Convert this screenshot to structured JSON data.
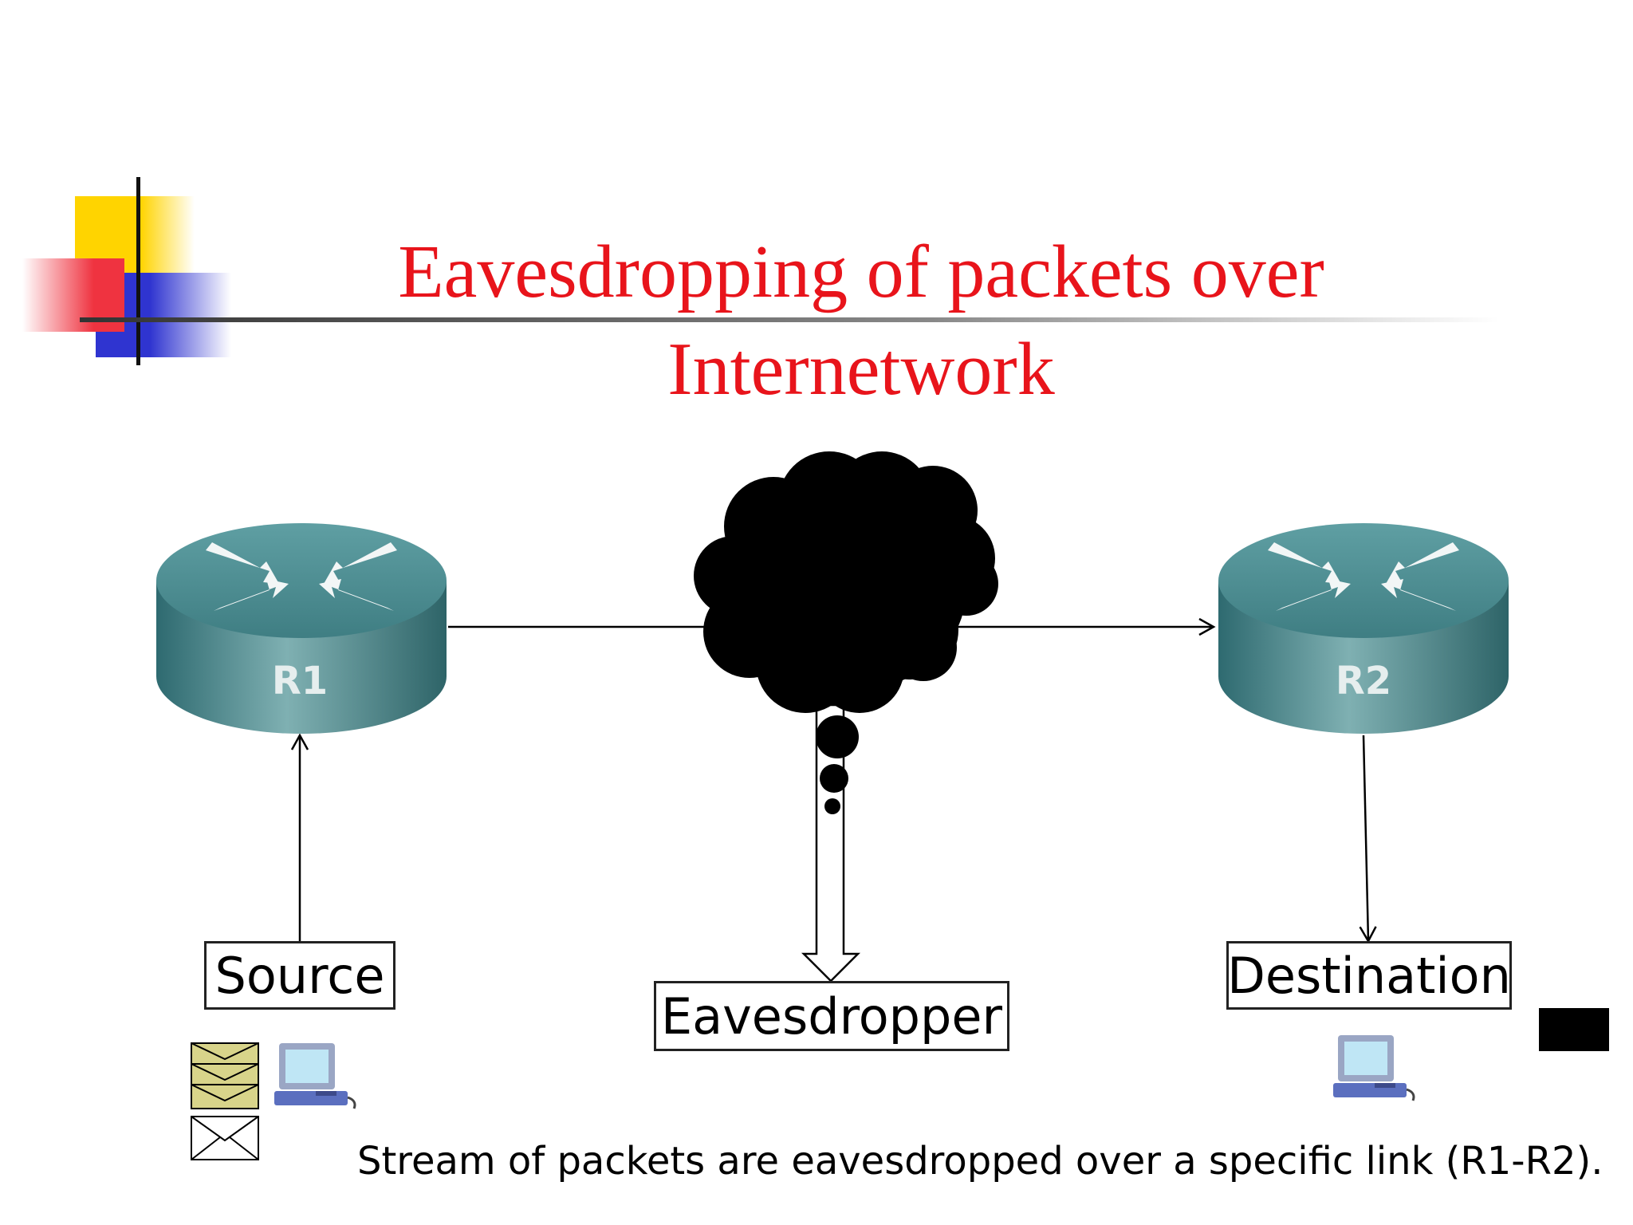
{
  "slide": {
    "title_line1": "Eavesdropping of packets over",
    "title_line2": "Internetwork",
    "caption": "Stream of packets are eavesdropped over a specific link (R1-R2)."
  },
  "nodes": {
    "r1": "R1",
    "r2": "R2",
    "source": "Source",
    "eavesdropper": "Eavesdropper",
    "destination": "Destination"
  },
  "colors": {
    "title": "#e8141b",
    "router_body": "#4d8a8e",
    "cloud": "#000000",
    "packet": "#d8d48a",
    "deco_yellow": "#ffd400",
    "deco_red": "#ef3340",
    "deco_blue": "#2f34d0"
  },
  "icons": {
    "router": "router-icon",
    "computer": "computer-icon",
    "envelope": "envelope-icon",
    "cloud": "cloud-icon"
  }
}
